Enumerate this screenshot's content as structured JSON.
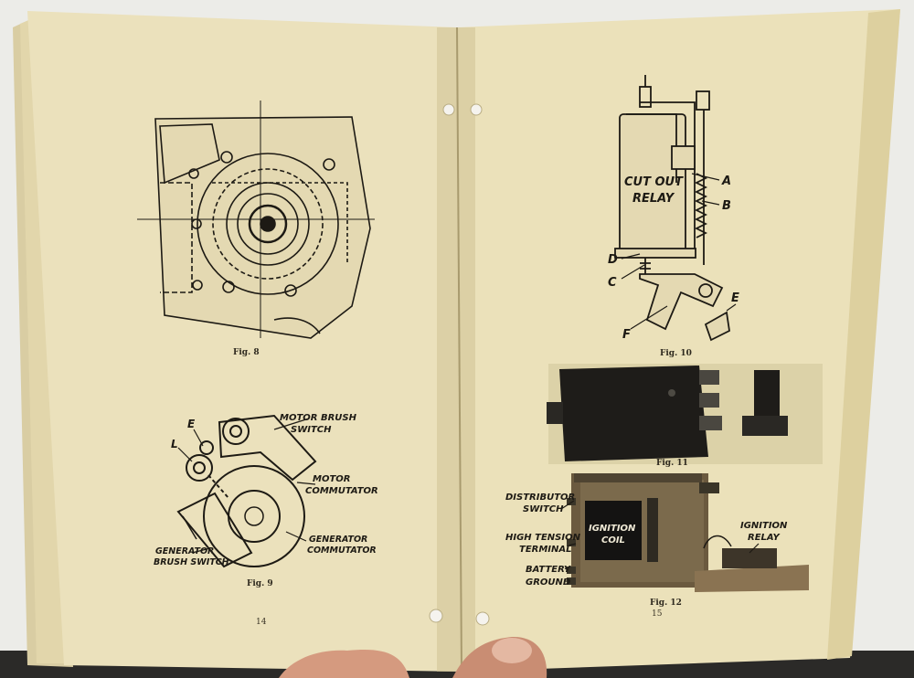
{
  "left_page": {
    "number": "14",
    "fig8": {
      "caption": "Fig. 8"
    },
    "fig9": {
      "caption": "Fig. 9",
      "labels": {
        "e": "E",
        "l": "L",
        "motor_brush_switch_1": "MOTOR BRUSH",
        "motor_brush_switch_2": "SWITCH",
        "motor_commutator_1": "MOTOR",
        "motor_commutator_2": "COMMUTATOR",
        "generator_commutator_1": "GENERATOR",
        "generator_commutator_2": "COMMUTATOR",
        "generator_brush_switch_1": "GENERATOR",
        "generator_brush_switch_2": "BRUSH SWITCH"
      }
    }
  },
  "right_page": {
    "number": "15",
    "fig10": {
      "caption": "Fig. 10",
      "relay_text_1": "CUT OUT",
      "relay_text_2": "RELAY",
      "labels": {
        "a": "A",
        "b": "B",
        "c": "C",
        "d": "D",
        "e": "E",
        "f": "F"
      }
    },
    "fig11": {
      "caption": "Fig. 11"
    },
    "fig12": {
      "caption": "Fig. 12",
      "labels": {
        "distributor_1": "DISTRIBUTOR",
        "distributor_2": "SWITCH",
        "high_tension_1": "HIGH TENSION",
        "high_tension_2": "TERMINAL",
        "battery": "BATTERY",
        "ground": "GROUND",
        "coil_1": "IGNITION",
        "coil_2": "COIL",
        "relay_1": "IGNITION",
        "relay_2": "RELAY"
      }
    }
  },
  "colors": {
    "paper": "#e9dfb9",
    "paper_edge": "#d6c99d",
    "ink": "#1d1a14",
    "background": "#ecece8"
  }
}
